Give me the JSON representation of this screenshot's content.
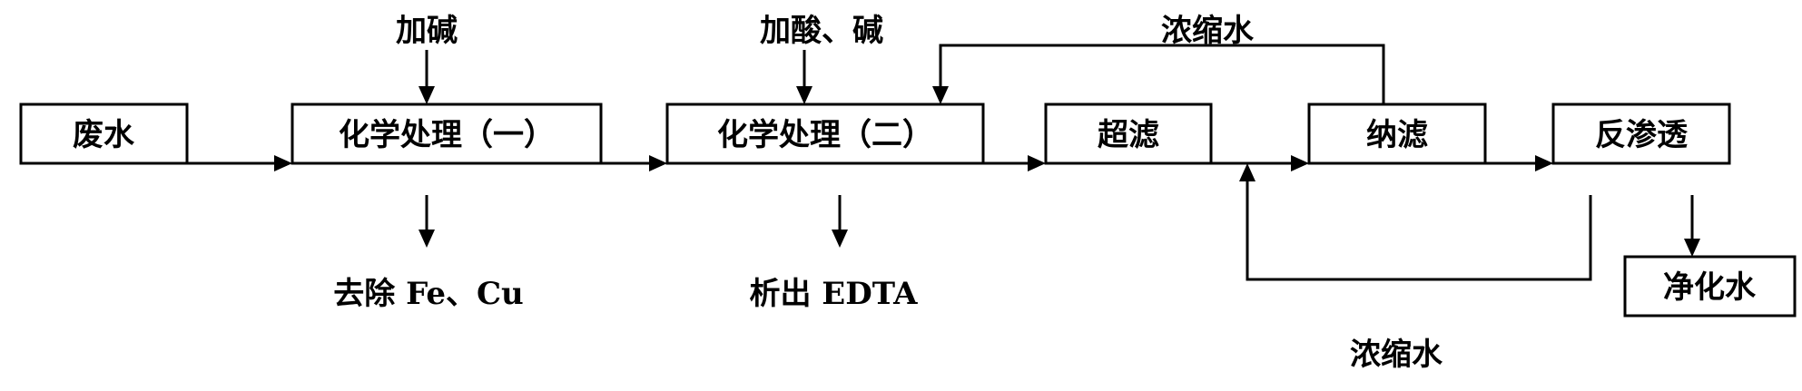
{
  "nodes": {
    "wastewater": "废水",
    "chem1": "化学处理（一）",
    "chem2": "化学处理（二）",
    "uf": "超滤",
    "nf": "纳滤",
    "ro": "反渗透",
    "clean": "净化水"
  },
  "annotations": {
    "add_base": "加碱",
    "add_acid_base": "加酸、碱",
    "concentrate_top": "浓缩水",
    "remove_fe_cu": "去除 Fe、Cu",
    "precipitate_edta": "析出 EDTA",
    "concentrate_bottom": "浓缩水"
  }
}
